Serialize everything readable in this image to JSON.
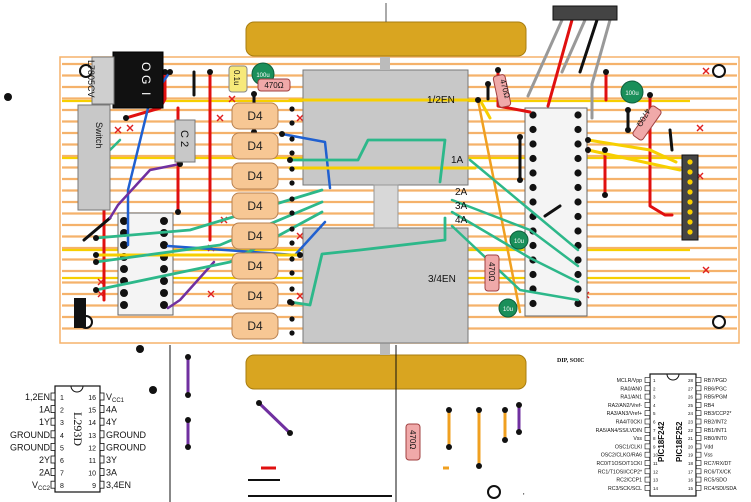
{
  "diagram": {
    "colors": {
      "board": "#ffffff",
      "strip": "#f5b26b",
      "wheel": "#d9a520",
      "motor": "#c8c8c8",
      "diode": "#f7c794",
      "chip_white": "#ffffff",
      "wire_red": "#e01010",
      "wire_yellow": "#f7cf00",
      "wire_black": "#111111",
      "wire_green": "#2db88a",
      "wire_blue": "#2060d0",
      "wire_purple": "#7030a0",
      "wire_orange": "#f0a020",
      "cut_mark": "#e02020",
      "cap_green": "#1a8f5a"
    },
    "regulator": {
      "label": "L7805CV",
      "pins": [
        "O",
        "G",
        "I"
      ]
    },
    "cap_small": {
      "label": "0.1u"
    },
    "cap_big": {
      "label": "C 2"
    },
    "switch": {
      "label": "Switch"
    },
    "diodes": [
      "D4",
      "D4",
      "D4",
      "D4",
      "D4",
      "D4",
      "D4",
      "D4"
    ],
    "electrolytics": [
      "100u",
      "100u",
      "10u",
      "10u"
    ],
    "resistors": [
      "470Ω",
      "470Ω",
      "470Ω",
      "470Ω",
      "470Ω"
    ],
    "motor_labels": {
      "en12": "1/2EN",
      "a1": "1A",
      "a2": "2A",
      "a3": "3A",
      "a4": "4A",
      "en34": "3/4EN"
    },
    "pic_caption": "DIP, SOIC",
    "l293d": {
      "name": "L293D",
      "left": [
        {
          "label": "1,2EN",
          "num": "1"
        },
        {
          "label": "1A",
          "num": "2"
        },
        {
          "label": "1Y",
          "num": "3"
        },
        {
          "label": "GROUND",
          "num": "4"
        },
        {
          "label": "GROUND",
          "num": "5"
        },
        {
          "label": "2Y",
          "num": "6"
        },
        {
          "label": "2A",
          "num": "7"
        },
        {
          "label": "V",
          "sub": "CC2",
          "num": "8"
        }
      ],
      "right": [
        {
          "label": "V",
          "sub": "CC1",
          "num": "16"
        },
        {
          "label": "4A",
          "num": "15"
        },
        {
          "label": "4Y",
          "num": "14"
        },
        {
          "label": "GROUND",
          "num": "13"
        },
        {
          "label": "GROUND",
          "num": "12"
        },
        {
          "label": "3Y",
          "num": "11"
        },
        {
          "label": "3A",
          "num": "10"
        },
        {
          "label": "3,4EN",
          "num": "9"
        }
      ]
    },
    "pic": {
      "names": [
        "PIC18F242",
        "PIC18F252"
      ],
      "left": [
        "MCLR/Vpp",
        "RA0/AN0",
        "RA1/AN1",
        "RA2/AN2/Vref-",
        "RA3/AN3/Vref+",
        "RA4/T0CKI",
        "RA5/AN4/SS/LVDIN",
        "Vss",
        "OSC1/CLKI",
        "OSC2/CLKO/RA6",
        "RC0/T1OSO/T1CKI",
        "RC1/T1OSI/CCP2*",
        "RC2/CCP1",
        "RC3/SCK/SCL"
      ],
      "right": [
        "RB7/PGD",
        "RB6/PGC",
        "RB5/PGM",
        "RB4",
        "RB3/CCP2*",
        "RB2/INT2",
        "RB1/INT1",
        "RB0/INT0",
        "Vdd",
        "Vss",
        "RC7/RX/DT",
        "RC6/TX/CK",
        "RC5/SDO",
        "RC4/SDI/SDA"
      ]
    }
  }
}
